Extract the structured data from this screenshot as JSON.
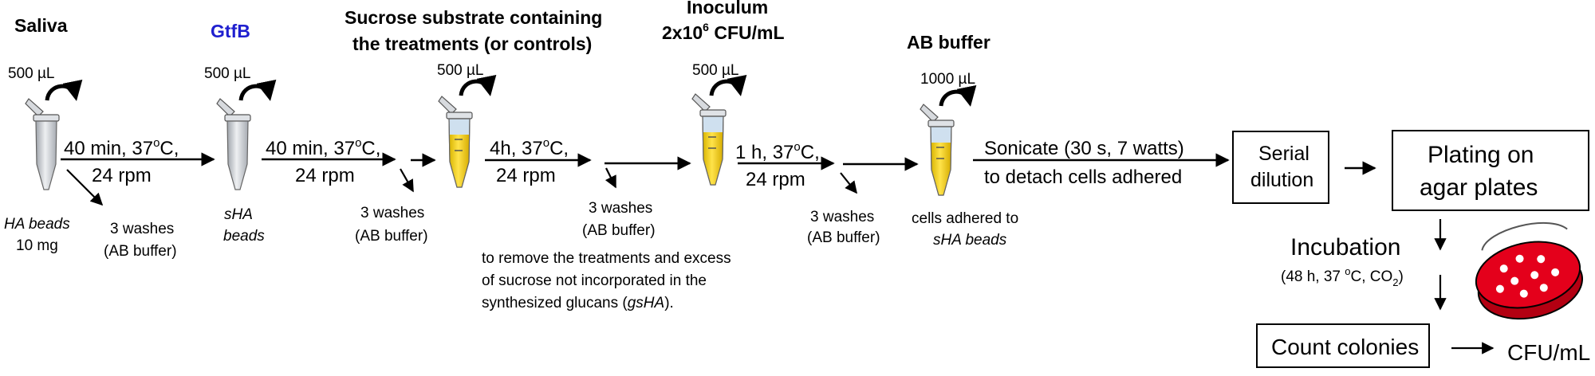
{
  "colors": {
    "accent_blue": "#1f1fcf",
    "yellow_medium": "#f2cc00",
    "tube_gray": "#c9ccd1",
    "dish_red": "#e4001b",
    "arrow": "#000000"
  },
  "steps": {
    "saliva": {
      "title": "Saliva",
      "volume": "500 µL",
      "below_1": "HA beads",
      "below_2": "10 mg"
    },
    "gtfb": {
      "title": "GtfB",
      "volume": "500 µL",
      "below_1": "sHA",
      "below_2": "beads"
    },
    "sucrose": {
      "title_1": "Sucrose substrate containing",
      "title_2": "the treatments (or controls)",
      "volume": "500 µL"
    },
    "inoculum": {
      "title_1": "Inoculum",
      "title_2_base": "2x10",
      "title_2_sup": "6",
      "title_2_rest": " CFU/mL",
      "volume": "500 µL"
    },
    "ab_buffer": {
      "title": "AB buffer",
      "volume": "1000 µL",
      "below_1": "cells adhered to",
      "below_2": "sHA beads"
    }
  },
  "transitions": [
    {
      "line1_pre": "40 min, 37",
      "sup": "o",
      "line1_post": "C,",
      "line2": "24 rpm",
      "wash_1": "3 washes",
      "wash_2": "(AB buffer)"
    },
    {
      "line1_pre": "40 min, 37",
      "sup": "o",
      "line1_post": "C,",
      "line2": "24 rpm",
      "wash_1": "3 washes",
      "wash_2": "(AB buffer)"
    },
    {
      "line1_pre": "4h, 37",
      "sup": "o",
      "line1_post": "C,",
      "line2": "24 rpm",
      "wash_1": "3 washes",
      "wash_2": "(AB buffer)"
    },
    {
      "line1_pre": "1 h, 37",
      "sup": "o",
      "line1_post": "C,",
      "line2": "24 rpm",
      "wash_1": "3 washes",
      "wash_2": "(AB buffer)"
    }
  ],
  "wash_note": {
    "line_1": "to remove the treatments and excess",
    "line_2": "of sucrose not incorporated in the",
    "line_3_pre": "synthesized glucans (",
    "line_3_italic": "gsHA",
    "line_3_post": ")."
  },
  "sonicate": {
    "line_1": "Sonicate (30 s, 7 watts)",
    "line_2": "to detach cells adhered"
  },
  "serial_dilution": {
    "line_1": "Serial",
    "line_2": "dilution"
  },
  "plating": {
    "line_1": "Plating on",
    "line_2": "agar plates"
  },
  "incubation": {
    "title": "Incubation",
    "detail_pre": "(48 h, 37 ",
    "detail_sup": "o",
    "detail_mid": "C, CO",
    "detail_sub": "2",
    "detail_post": ")"
  },
  "count": {
    "label": "Count colonies",
    "result": "CFU/mL"
  }
}
